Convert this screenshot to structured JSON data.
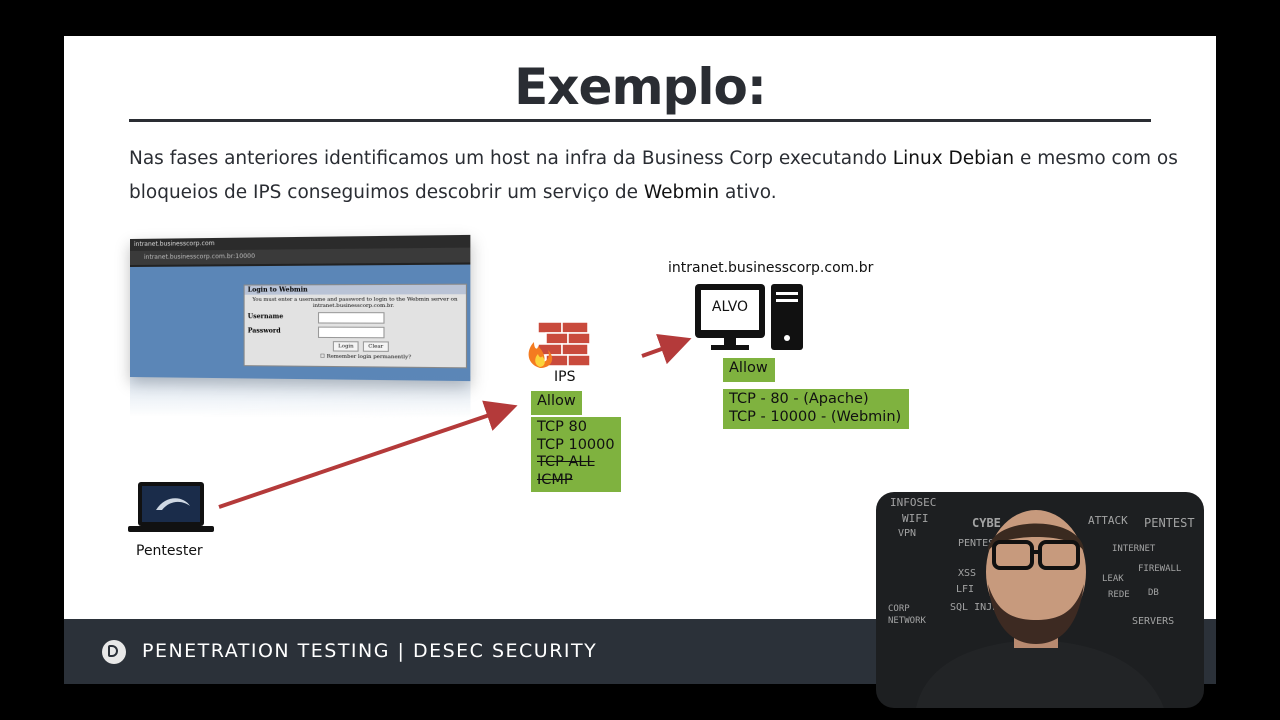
{
  "slide": {
    "title": "Exemplo:",
    "para_1": "Nas fases anteriores identificamos um host na infra da Business Corp executando ",
    "para_bold_1": "Linux Debian",
    "para_2": " e mesmo com os bloqueios de IPS conseguimos descobrir um serviço de ",
    "para_bold_2": "Webmin",
    "para_3": " ativo."
  },
  "screenshot": {
    "tab": "intranet.businesscorp.com",
    "url": "intranet.businesscorp.com.br:10000",
    "login_title": "Login to Webmin",
    "login_msg": "You must enter a username and password to login to the Webmin server on intranet.businesscorp.com.br.",
    "username_label": "Username",
    "password_label": "Password",
    "login_button": "Login",
    "clear_button": "Clear",
    "remember": "Remember login permanently?"
  },
  "diagram": {
    "target_host": "intranet.businesscorp.com.br",
    "target_label": "ALVO",
    "target_allow": "Allow",
    "target_rules": [
      "TCP - 80 - (Apache)",
      "TCP - 10000 - (Webmin)"
    ],
    "ips_label": "IPS",
    "ips_allow": "Allow",
    "ips_rules": [
      {
        "text": "TCP 80",
        "blocked": false
      },
      {
        "text": "TCP 10000",
        "blocked": false
      },
      {
        "text": "TCP ALL",
        "blocked": true
      },
      {
        "text": "ICMP",
        "blocked": true
      }
    ],
    "pentester_label": "Pentester",
    "arrow_color": "#b43a3a",
    "rule_box_color": "#7fb23f"
  },
  "footer": {
    "text": "PENETRATION TESTING | DESEC SECURITY",
    "bg_color": "#2b3139"
  },
  "webcam": {
    "chalk_words": [
      "INFOSEC",
      "WIFI",
      "VPN",
      "PENTEST",
      "ATTACK",
      "INTERNET",
      "FIREWALL",
      "LEAK",
      "DB",
      "XSS",
      "LFI",
      "SQL INJE",
      "REDE",
      "CORP",
      "NETWORK",
      "SERVERS",
      "CYBE"
    ]
  }
}
